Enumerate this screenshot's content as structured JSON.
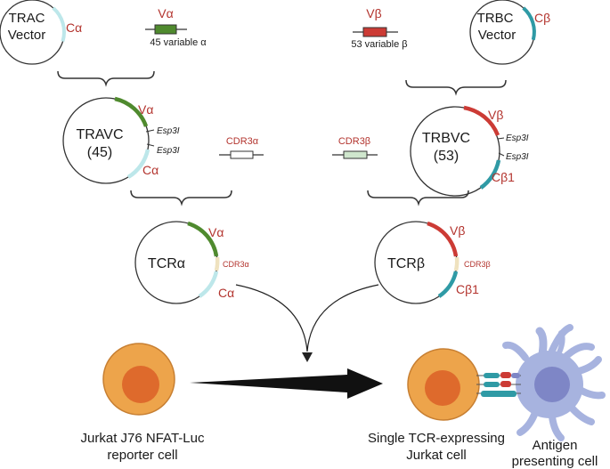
{
  "colors": {
    "va_green": "#4f8a2e",
    "vb_red": "#cc3b35",
    "ca_light": "#bde7ea",
    "cb_teal": "#2f9aa5",
    "cdr3a_fill": "#ffffff",
    "cdr3b_fill": "#cfe6cd",
    "cdr3_tan": "#efe2bf",
    "cell_orange": "#eda44b",
    "cell_nucleus": "#de6a2c",
    "apc_body": "#a7b3df",
    "apc_nucleus": "#7e86c6",
    "label_red": "#b3342e"
  },
  "top": {
    "trac_vector": {
      "line1": "TRAC",
      "line2": "Vector",
      "segment": "Cα"
    },
    "va_insert": {
      "label": "Vα",
      "caption": "45 variable α"
    },
    "vb_insert": {
      "label": "Vβ",
      "caption": "53 variable β"
    },
    "trbc_vector": {
      "line1": "TRBC",
      "line2": "Vector",
      "segment": "Cβ"
    }
  },
  "middle": {
    "travc": {
      "line1": "TRAVC",
      "line2": "(45)",
      "va": "Vα",
      "ca": "Cα",
      "site1": "Esp3I",
      "site2": "Esp3I"
    },
    "trbvc": {
      "line1": "TRBVC",
      "line2": "(53)",
      "vb": "Vβ",
      "cb": "Cβ1",
      "site1": "Esp3I",
      "site2": "Esp3I"
    },
    "cdr3a": {
      "label": "CDR3α"
    },
    "cdr3b": {
      "label": "CDR3β"
    }
  },
  "bottom": {
    "tcra": {
      "label": "TCRα",
      "va": "Vα",
      "cdr3": "CDR3α",
      "ca": "Cα"
    },
    "tcrb": {
      "label": "TCRβ",
      "vb": "Vβ",
      "cdr3": "CDR3β",
      "cb": "Cβ1"
    }
  },
  "cells": {
    "jurkat": {
      "line1": "Jurkat J76 NFAT-Luc",
      "line2": "reporter cell"
    },
    "single": {
      "line1": "Single TCR-expressing",
      "line2": "Jurkat cell"
    },
    "apc": {
      "line1": "Antigen",
      "line2": "presenting cell"
    }
  }
}
